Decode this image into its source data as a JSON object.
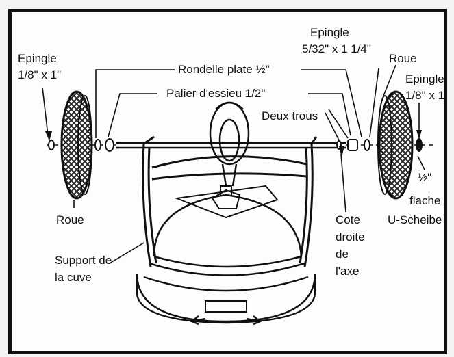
{
  "labels": {
    "epingle_left": "Epingle",
    "epingle_left_size": "1/8\" x 1\"",
    "rondelle": "Rondelle plate ½\"",
    "palier": "Palier d'essieu 1/2\"",
    "epingle_top": "Epingle",
    "epingle_top_size": "5/32\" x 1 1/4\"",
    "roue_top_right": "Roue",
    "epingle_right": "Epingle",
    "epingle_right_size": "1/8\" x 1'",
    "deux_trous": "Deux trous",
    "roue_left": "Roue",
    "cote_droite_line1": "Cote",
    "cote_droite_line2": "droite",
    "cote_droite_line3": "de",
    "cote_droite_line4": "l'axe",
    "half": "½\"",
    "flache": "flache",
    "u_scheibe": "U-Scheibe",
    "support_line1": "Support de",
    "support_line2": "la cuve"
  },
  "colors": {
    "ink": "#111111",
    "tire": "#2a2a2a",
    "paper": "#fdfdfd"
  }
}
